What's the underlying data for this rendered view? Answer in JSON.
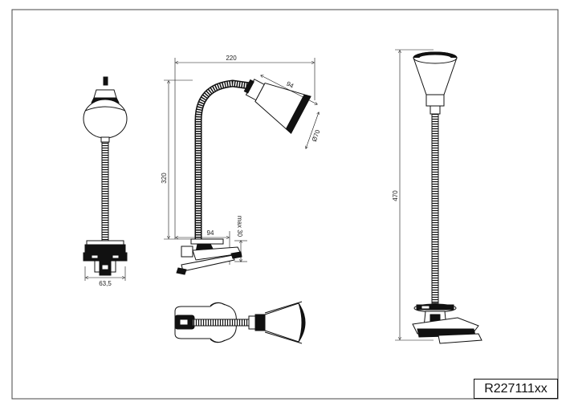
{
  "product_code": "R227111xx",
  "dimensions": {
    "front_base_width": "63,5",
    "total_width": "220",
    "total_height": "320",
    "base_depth": "94",
    "shade_length": "94",
    "shade_diameter": "Ø70",
    "clamp_max": "max 30",
    "overall_height": "470"
  },
  "colors": {
    "line": "#111111",
    "frame": "#444444"
  }
}
